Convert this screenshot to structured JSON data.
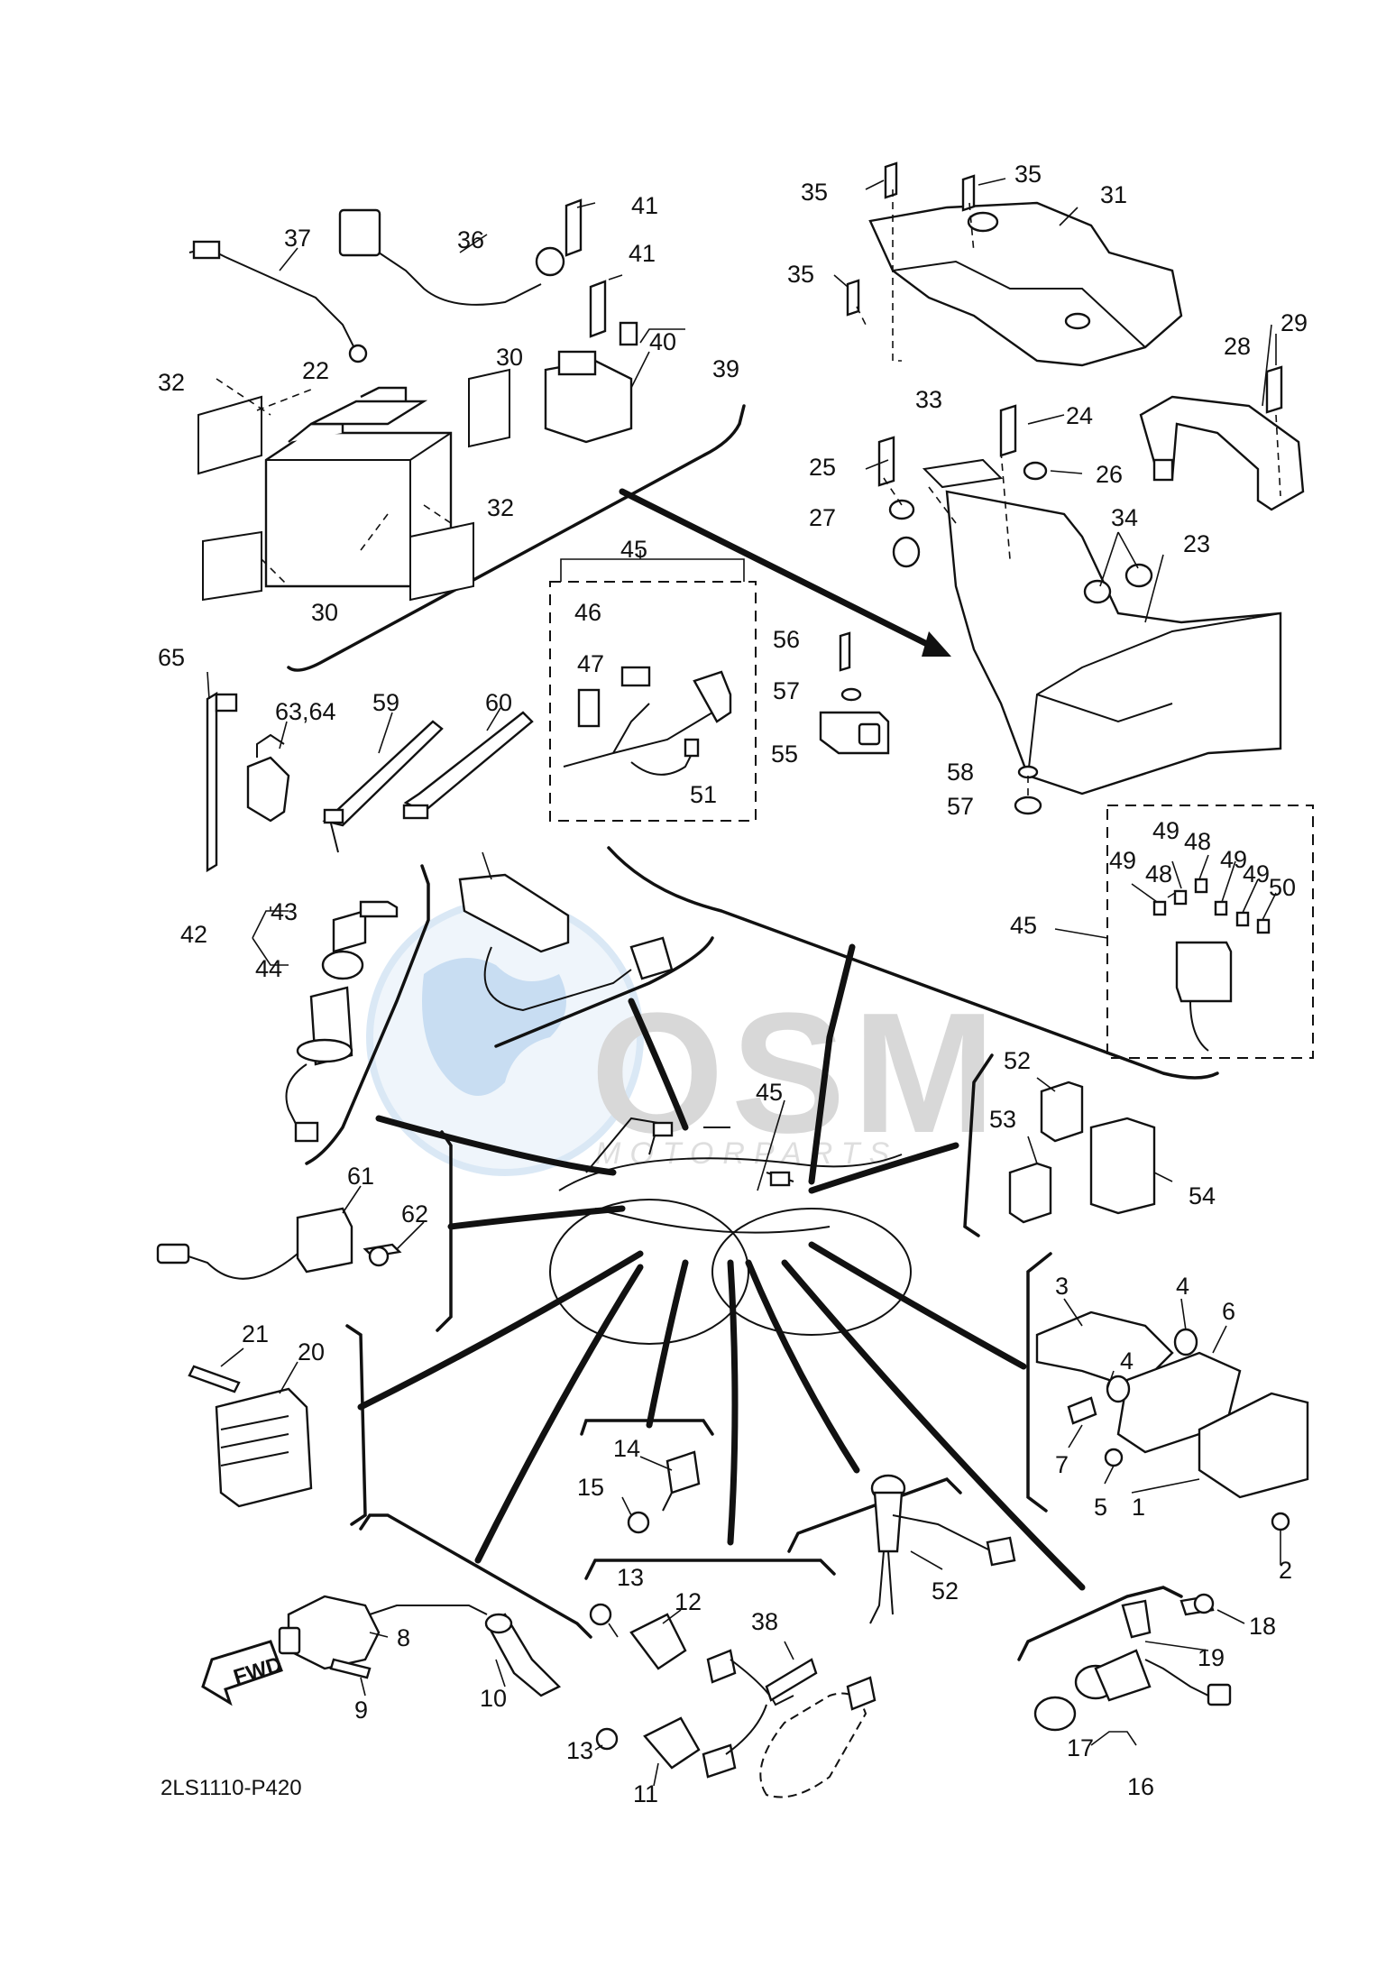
{
  "diagram_code": "2LS1110-P420",
  "direction_arrow": "FWD",
  "watermark": {
    "primary": "OSM",
    "secondary": "MOTORPARTS"
  },
  "part_labels": [
    "1",
    "2",
    "3",
    "4",
    "4",
    "5",
    "6",
    "7",
    "8",
    "9",
    "10",
    "11",
    "12",
    "13",
    "13",
    "14",
    "15",
    "16",
    "17",
    "18",
    "19",
    "20",
    "21",
    "22",
    "23",
    "24",
    "25",
    "26",
    "27",
    "28",
    "29",
    "30",
    "30",
    "31",
    "32",
    "32",
    "33",
    "34",
    "35",
    "35",
    "35",
    "36",
    "37",
    "38",
    "39",
    "40",
    "41",
    "41",
    "42",
    "43",
    "44",
    "45",
    "45",
    "45",
    "46",
    "47",
    "48",
    "48",
    "49",
    "49",
    "49",
    "49",
    "50",
    "51",
    "52",
    "52",
    "53",
    "54",
    "55",
    "56",
    "57",
    "57",
    "58",
    "59",
    "60",
    "61",
    "62",
    "63,64",
    "65"
  ]
}
